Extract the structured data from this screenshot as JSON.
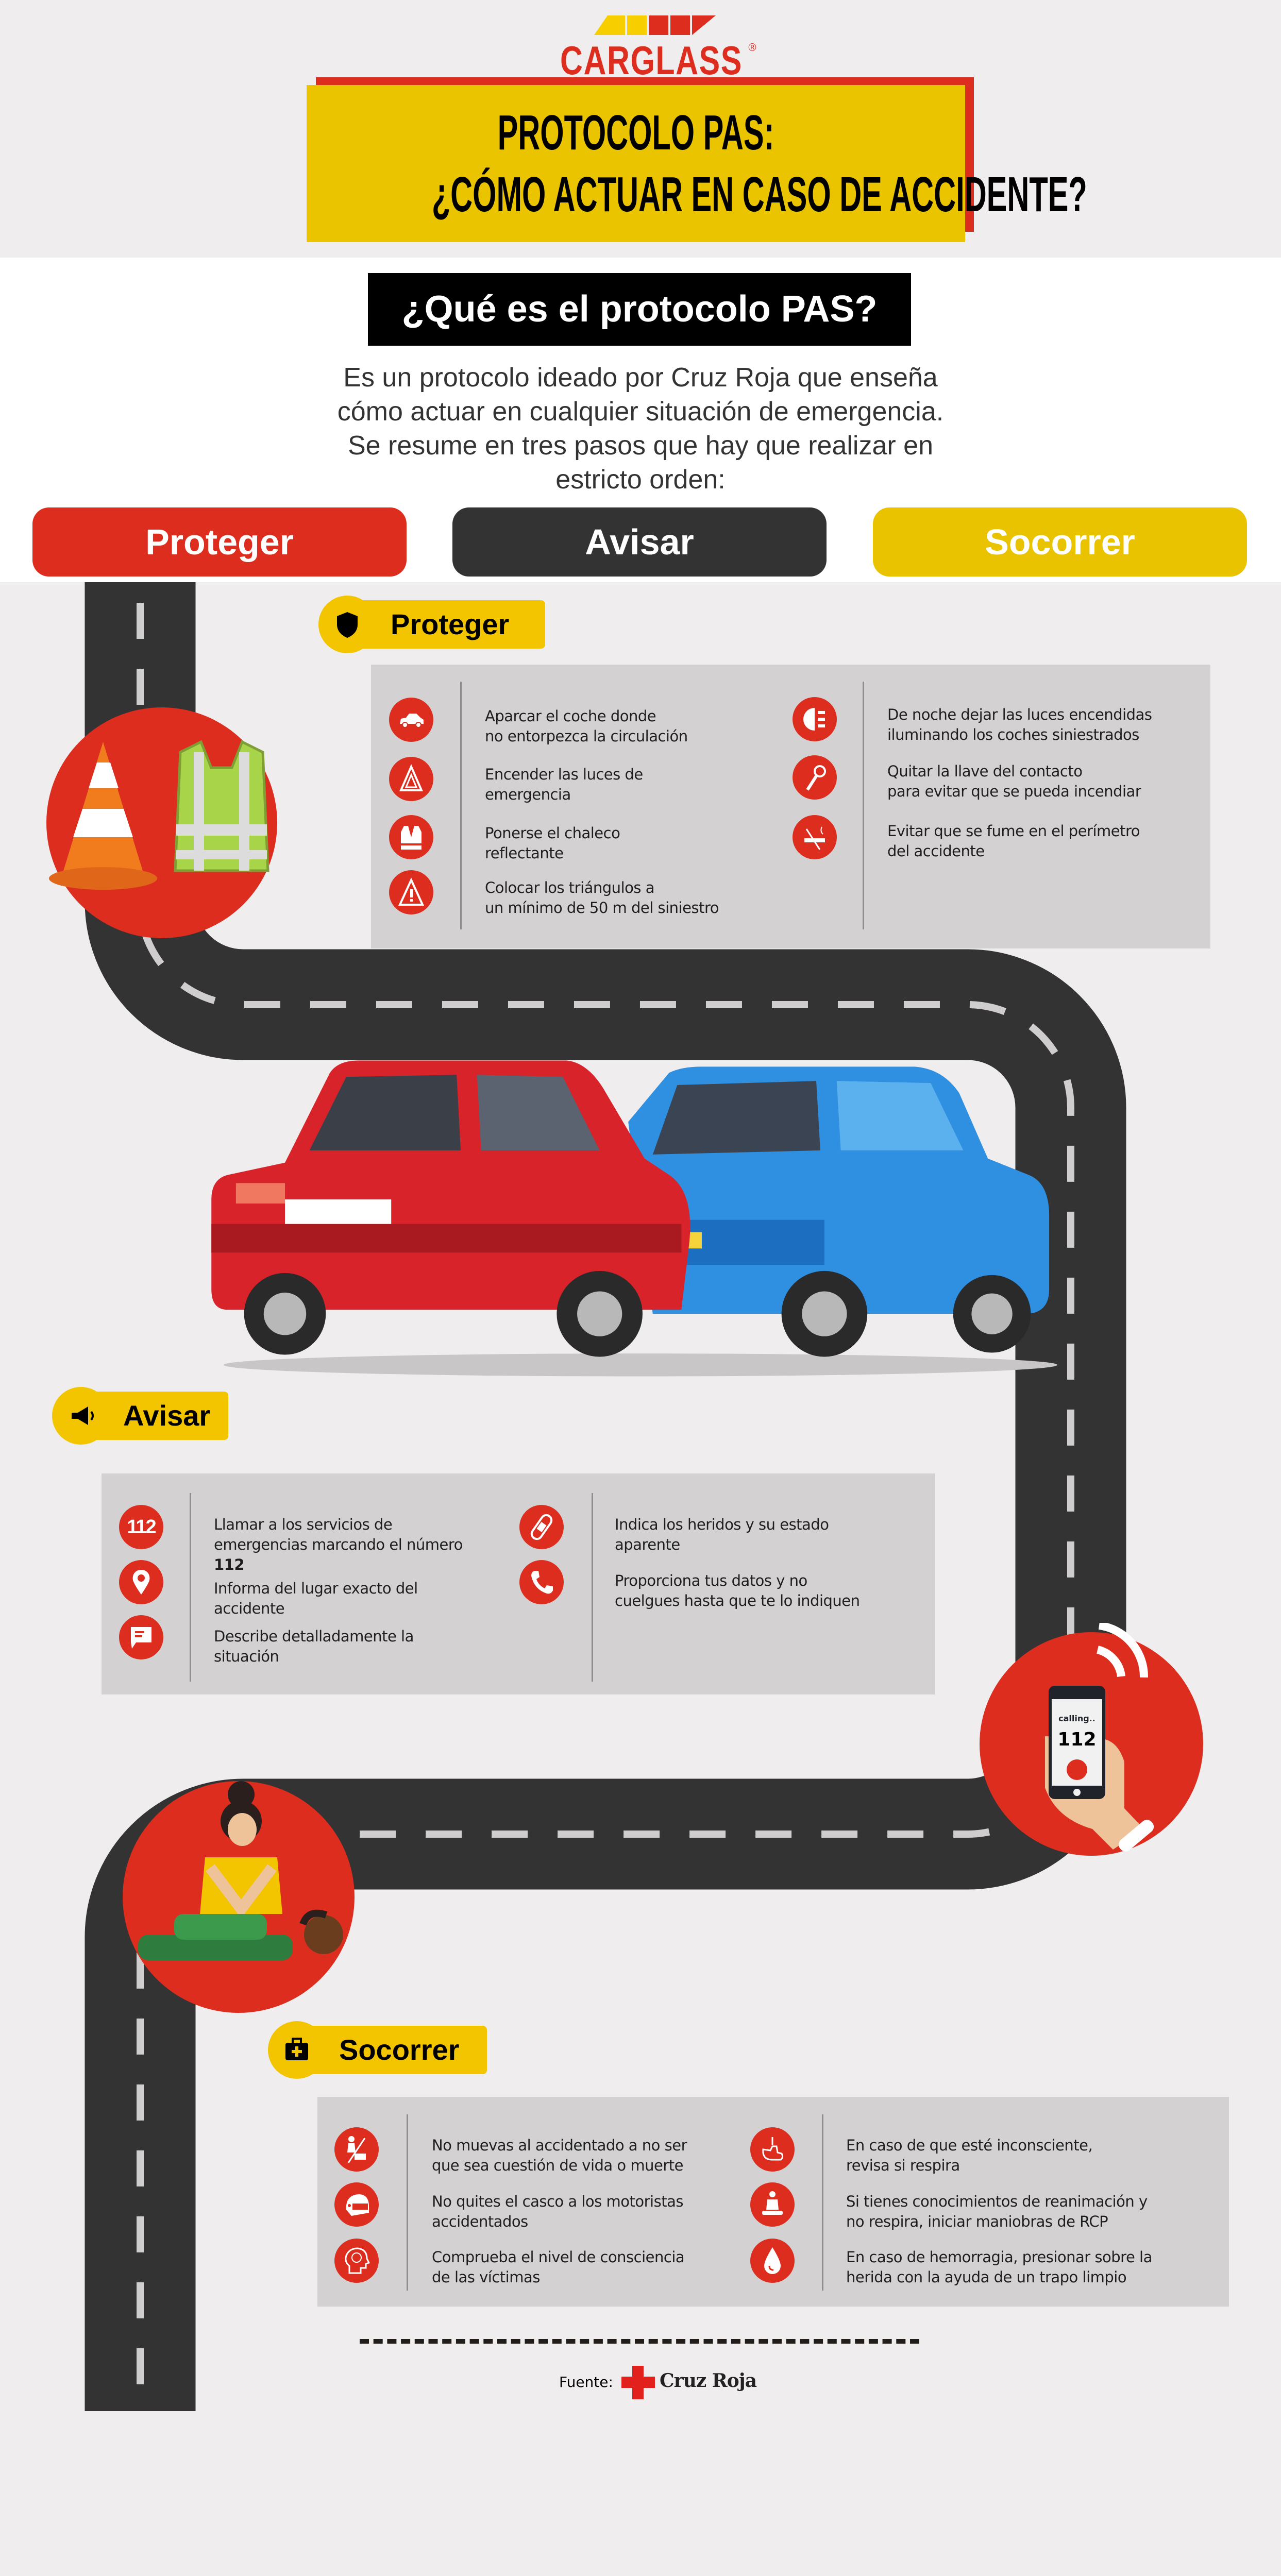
{
  "brand": {
    "name": "CARGLASS",
    "registered": "®",
    "colors": {
      "red": "#dc2d1f",
      "yellow": "#f2c500",
      "dark": "#333333"
    }
  },
  "header": {
    "title_line1": "PROTOCOLO PAS:",
    "title_line2": "¿CÓMO ACTUAR EN CASO DE ACCIDENTE?"
  },
  "intro": {
    "heading": "¿Qué es el protocolo PAS?",
    "lines": [
      "Es un protocolo ideado por Cruz Roja que enseña",
      "cómo actuar en cualquier situación de emergencia.",
      "Se resume en tres pasos que hay que realizar en",
      "estricto orden:"
    ]
  },
  "steps": [
    {
      "label": "Proteger",
      "color": "#dc2d1f"
    },
    {
      "label": "Avisar",
      "color": "#333333"
    },
    {
      "label": "Socorrer",
      "color": "#e9c200"
    }
  ],
  "proteger": {
    "label": "Proteger",
    "icon": "shield-icon",
    "left": [
      {
        "icon": "car-icon",
        "lines": [
          "Aparcar el coche donde",
          "no entorpezca la circulación"
        ]
      },
      {
        "icon": "hazard-lights-icon",
        "lines": [
          "Encender las luces de",
          "emergencia"
        ]
      },
      {
        "icon": "vest-icon",
        "lines": [
          "Ponerse el chaleco",
          "reflectante"
        ]
      },
      {
        "icon": "warning-triangle-icon",
        "lines": [
          "Colocar los triángulos a",
          "un mínimo de 50 m del siniestro"
        ]
      }
    ],
    "right": [
      {
        "icon": "headlight-icon",
        "lines": [
          "De noche dejar las luces encendidas",
          "iluminando los coches siniestrados"
        ]
      },
      {
        "icon": "key-icon",
        "lines": [
          "Quitar la llave del contacto",
          "para evitar que se pueda incendiar"
        ]
      },
      {
        "icon": "no-smoking-icon",
        "lines": [
          "Evitar que se fume en el perímetro",
          "del accidente"
        ]
      }
    ]
  },
  "avisar": {
    "label": "Avisar",
    "icon": "megaphone-icon",
    "left": [
      {
        "icon": "emergency-112-icon",
        "icon_text": "112",
        "lines": [
          "Llamar a los servicios de",
          "emergencias marcando el número"
        ],
        "bold": "112"
      },
      {
        "icon": "location-pin-icon",
        "lines": [
          "Informa del lugar exacto del",
          "accidente"
        ]
      },
      {
        "icon": "chat-bubble-icon",
        "lines": [
          "Describe detalladamente la",
          "situación"
        ]
      }
    ],
    "right": [
      {
        "icon": "bandage-icon",
        "lines": [
          "Indica los heridos y su estado",
          "aparente"
        ]
      },
      {
        "icon": "phone-icon",
        "lines": [
          "Proporciona tus datos y no",
          "cuelgues hasta que te lo indiquen"
        ]
      }
    ],
    "phone": {
      "status": "calling..",
      "number": "112"
    }
  },
  "socorrer": {
    "label": "Socorrer",
    "icon": "first-aid-kit-icon",
    "left": [
      {
        "icon": "do-not-move-icon",
        "lines": [
          "No muevas al accidentado a no ser",
          "que sea cuestión de vida o muerte"
        ]
      },
      {
        "icon": "helmet-icon",
        "lines": [
          "No quites el casco a los motoristas",
          "accidentados"
        ]
      },
      {
        "icon": "consciousness-head-icon",
        "lines": [
          "Comprueba el nivel de consciencia",
          "de las víctimas"
        ]
      }
    ],
    "right": [
      {
        "icon": "breathing-check-icon",
        "lines": [
          "En caso de que esté inconsciente,",
          "revisa si respira"
        ]
      },
      {
        "icon": "cpr-icon",
        "lines": [
          "Si tienes conocimientos de reanimación y",
          "no respira, iniciar maniobras de RCP"
        ]
      },
      {
        "icon": "blood-drop-icon",
        "lines": [
          "En caso de hemorragia, presionar sobre la",
          "herida con la ayuda de un trapo limpio"
        ]
      }
    ]
  },
  "footer": {
    "source_label": "Fuente:",
    "source_name": "Cruz Roja"
  }
}
